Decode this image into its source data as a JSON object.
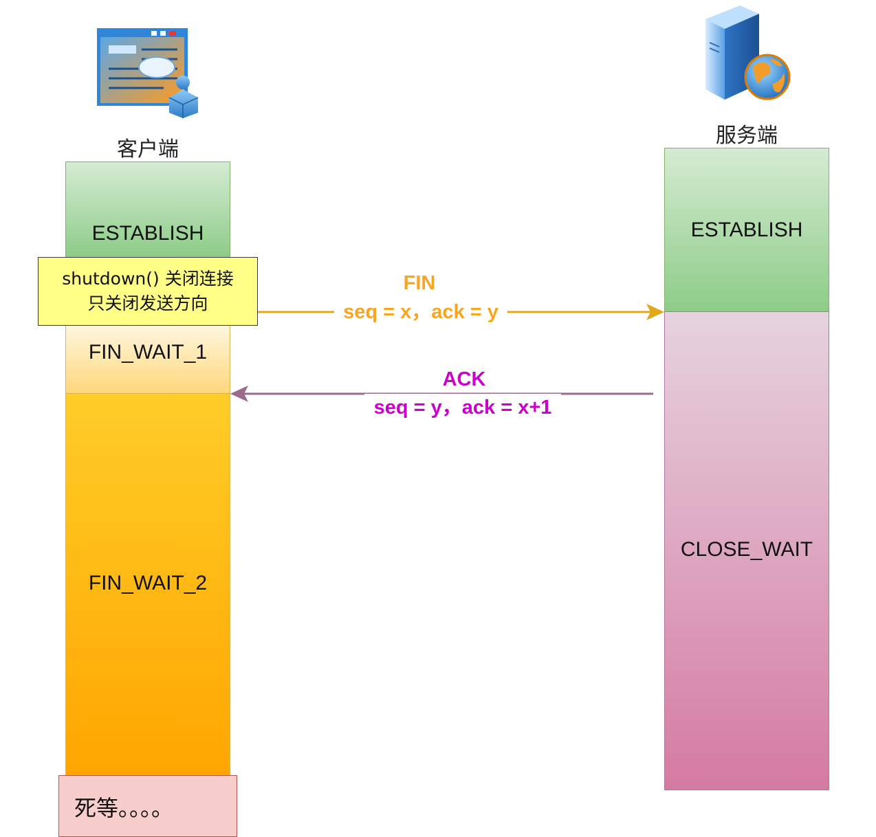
{
  "client": {
    "label": "客户端",
    "states": {
      "establish": "ESTABLISH",
      "fin_wait_1": "FIN_WAIT_1",
      "fin_wait_2": "FIN_WAIT_2"
    },
    "note": {
      "line1": "shutdown() 关闭连接",
      "line2": "只关闭发送方向"
    },
    "waiting": "死等。。。。"
  },
  "server": {
    "label": "服务端",
    "states": {
      "establish": "ESTABLISH",
      "close_wait": "CLOSE_WAIT"
    }
  },
  "messages": {
    "fin": {
      "title": "FIN",
      "detail": "seq = x，ack = y",
      "color": "#f5a623",
      "line_color": "#e3a818"
    },
    "ack": {
      "title": "ACK",
      "detail": "seq = y，ack = x+1",
      "color": "#cc00cc",
      "line_color": "#9c6a8c"
    }
  },
  "icons": {
    "client": "client-computer-icon",
    "server": "server-globe-icon"
  }
}
